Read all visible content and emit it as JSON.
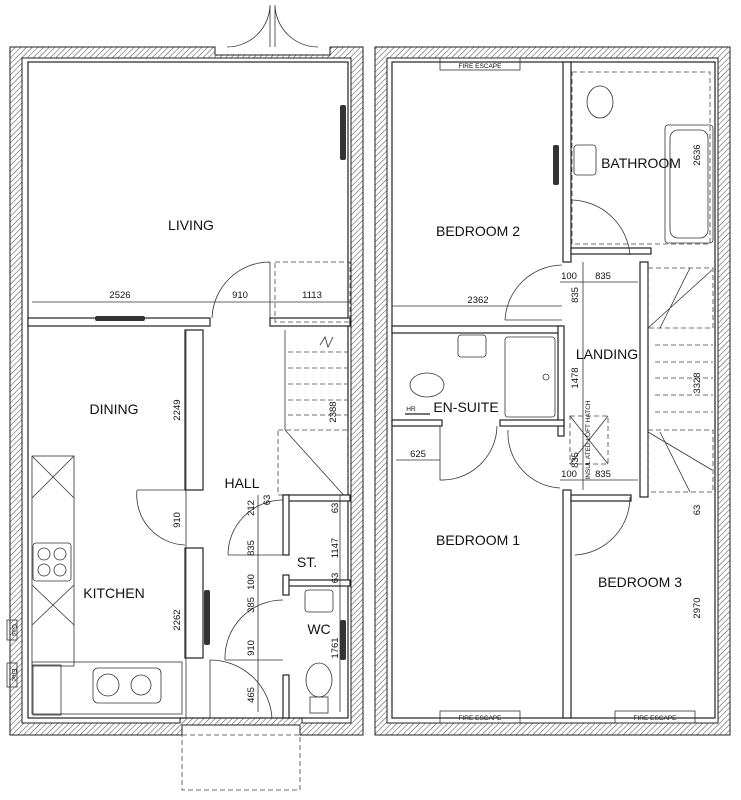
{
  "ground_floor": {
    "rooms": {
      "living": "LIVING",
      "dining": "DINING",
      "kitchen": "KITCHEN",
      "hall": "HALL",
      "store": "ST.",
      "wc": "WC"
    },
    "dimensions": {
      "living_width": "2526",
      "door_910_top": "910",
      "stair_width": "1113",
      "dining_depth": "2249",
      "stair_run": "2388",
      "dining_door": "910",
      "kitchen_depth": "2262",
      "hall_212": "212",
      "hall_63a": "63",
      "hall_63b": "63",
      "store_835": "835",
      "store_1147": "1147",
      "store_63": "63",
      "hall_100": "100",
      "hall_385": "385",
      "front_door": "910",
      "wc_1761": "1761",
      "hall_465": "465"
    },
    "labels": {
      "gas": "Gas",
      "elec": "Elec"
    }
  },
  "first_floor": {
    "rooms": {
      "bedroom2": "BEDROOM 2",
      "bathroom": "BATHROOM",
      "landing": "LANDING",
      "ensuite": "EN-SUITE",
      "bedroom1": "BEDROOM 1",
      "bedroom3": "BEDROOM 3"
    },
    "dimensions": {
      "bath_2636": "2636",
      "landing_100_top": "100",
      "landing_835_top": "835",
      "landing_835_v": "835",
      "bed2_width": "2362",
      "landing_1478": "1478",
      "stair_3328": "3328",
      "ensuite_625": "625",
      "landing_835_low": "835",
      "landing_100_bot": "100",
      "landing_835_bot": "835",
      "bed3_63": "63",
      "bed3_2970": "2970"
    },
    "labels": {
      "fire_escape_bed2": "FIRE ESCAPE",
      "fire_escape_bed1": "FIRE ESCAPE",
      "fire_escape_bed3": "FIRE ESCAPE",
      "loft_hatch": "INSUL ATED LOFT HATCH",
      "hr": "HR"
    }
  }
}
